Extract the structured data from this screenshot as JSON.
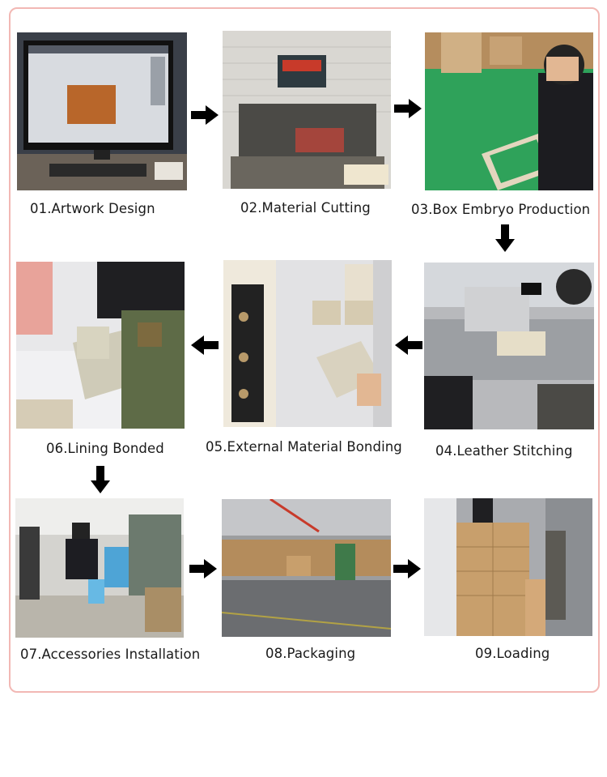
{
  "steps": [
    {
      "label": "01.Artwork Design",
      "icon": "monitor-photo"
    },
    {
      "label": "02.Material Cutting",
      "icon": "cutting-machine-photo"
    },
    {
      "label": "03.Box Embryo Production",
      "icon": "box-assembly-photo"
    },
    {
      "label": "04.Leather Stitching",
      "icon": "sewing-machine-photo"
    },
    {
      "label": "05.External Material Bonding",
      "icon": "drawer-boxes-photo"
    },
    {
      "label": "06.Lining Bonded",
      "icon": "glue-gun-photo"
    },
    {
      "label": "07.Accessories Installation",
      "icon": "workshop-photo"
    },
    {
      "label": "08.Packaging",
      "icon": "warehouse-photo"
    },
    {
      "label": "09.Loading",
      "icon": "container-loading-photo"
    }
  ],
  "colors": {
    "frame_border": "#f2b8b4",
    "arrow": "#000000",
    "text": "#1a1a1a"
  }
}
